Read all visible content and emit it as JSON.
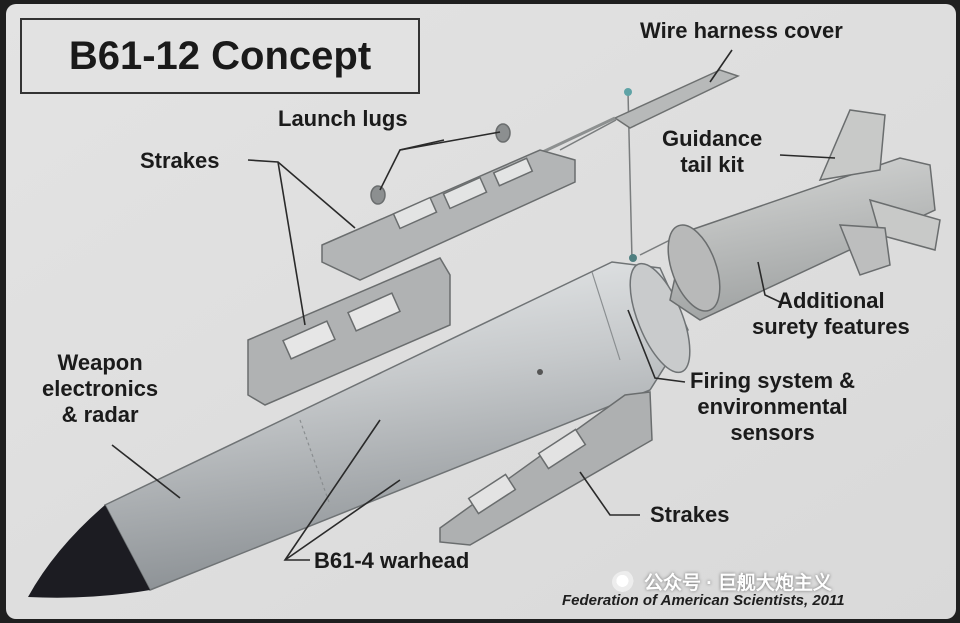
{
  "title": "B61-12 Concept",
  "labels": {
    "wire_harness_cover": "Wire harness cover",
    "launch_lugs": "Launch lugs",
    "strakes_top": "Strakes",
    "guidance_tail_kit": [
      "Guidance",
      "tail kit"
    ],
    "additional_surety": [
      "Additional",
      "surety features"
    ],
    "weapon_electronics": [
      "Weapon",
      "electronics",
      "& radar"
    ],
    "firing_system": [
      "Firing system &",
      "environmental",
      "sensors"
    ],
    "strakes_bottom": "Strakes",
    "warhead": "B61-4 warhead"
  },
  "credit": "Federation of American Scientists, 2011",
  "watermark": "公众号 · 巨舰大炮主义",
  "colors": {
    "background": "#e6e6e6",
    "frame": "#1f1f1f",
    "body_dark": "#8a8f93",
    "body_light": "#eef0f1",
    "nose": "#1c1c22",
    "part_gray": "#a8abad"
  }
}
